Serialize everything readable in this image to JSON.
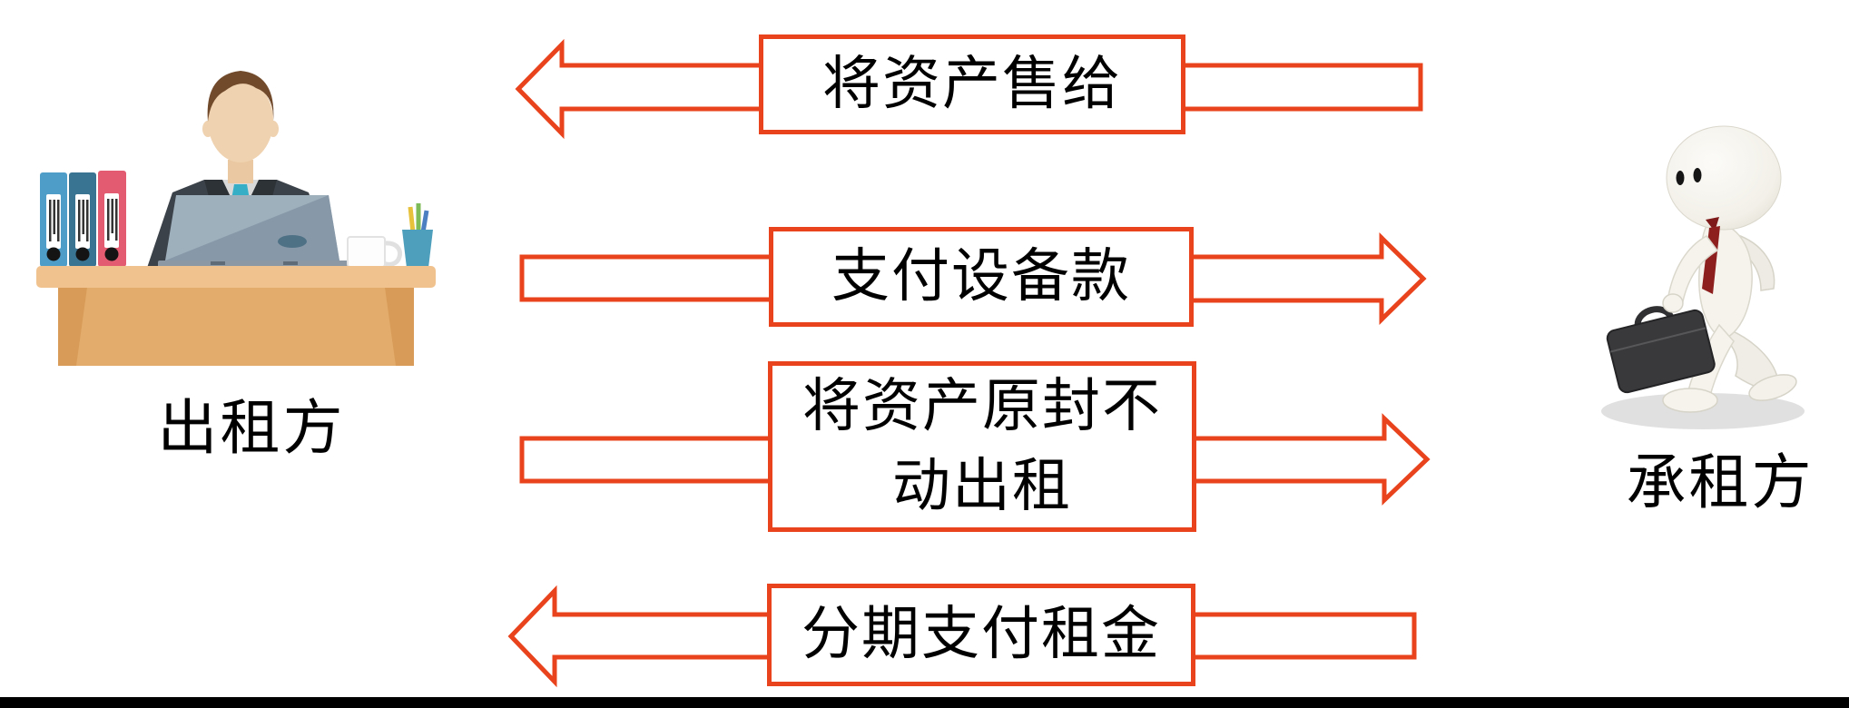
{
  "diagram": {
    "accent_color": "#e8431c",
    "left_party": {
      "label": "出租方",
      "illustration": "businessman-at-desk"
    },
    "right_party": {
      "label": "承租方",
      "illustration": "3d-figure-with-briefcase"
    },
    "flows": [
      {
        "id": "sell-asset",
        "direction": "left",
        "lines": [
          "将资产售给"
        ]
      },
      {
        "id": "pay-equipment-price",
        "direction": "right",
        "lines": [
          "支付设备款"
        ]
      },
      {
        "id": "lease-asset-back",
        "direction": "right",
        "lines": [
          "将资产原封不",
          "动出租"
        ]
      },
      {
        "id": "pay-rent-installments",
        "direction": "left",
        "lines": [
          "分期支付租金"
        ]
      }
    ]
  }
}
